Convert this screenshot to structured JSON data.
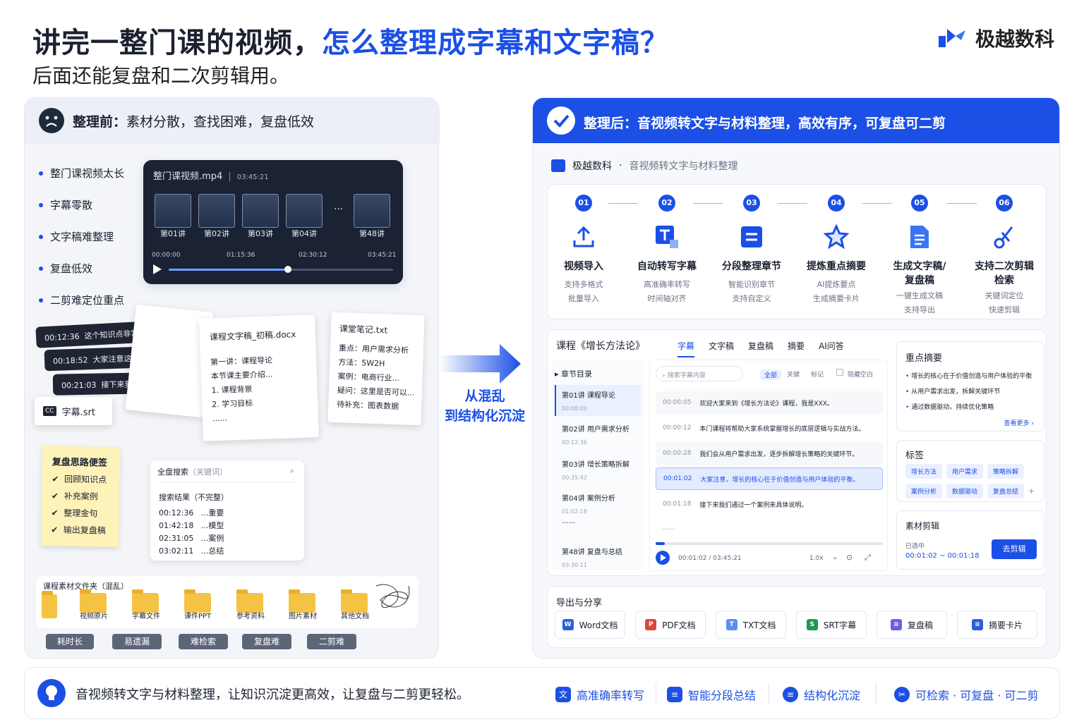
{
  "title": {
    "black": "讲完一整门课的视频，",
    "blue": "怎么整理成字幕和文字稿？",
    "sub": "后面还能复盘和二次剪辑用。"
  },
  "brand": {
    "name": "极越数科"
  },
  "before": {
    "head_bold": "整理前：",
    "head_rest": "素材分散，查找困难，复盘低效",
    "bullets": [
      "整门课视频太长",
      "字幕零散",
      "文字稿难整理",
      "复盘低效",
      "二剪难定位重点"
    ],
    "video": {
      "file": "整门课视频.mp4",
      "duration": "03:45:21",
      "thumbs": [
        "第01讲",
        "第02讲",
        "第03讲",
        "第04讲",
        "第48讲"
      ],
      "ticks": [
        "00:00:00",
        "01:15:36",
        "02:30:12",
        "03:45:21"
      ],
      "progress": 0.53
    },
    "subtitles": [
      {
        "t": "00:12:36",
        "x": "这个知识点非常重要..."
      },
      {
        "t": "00:18:52",
        "x": "大家注意这里的逻辑..."
      },
      {
        "t": "00:21:03",
        "x": "接下来我们看案例..."
      }
    ],
    "srt": "字幕.srt",
    "docx": {
      "title": "课程文字稿_初稿.docx",
      "l1": "第一讲：课程导论",
      "l2": "本节课主要介绍...",
      "l3": "1.  课程背景",
      "l4": "2.  学习目标",
      "l5": "......"
    },
    "txt": {
      "title": "课堂笔记.txt",
      "lines": [
        "重点：用户需求分析",
        "方法：5W2H",
        "案例：电商行业...",
        "疑问：这里是否可以...",
        "待补充：图表数据"
      ]
    },
    "note": {
      "title": "复盘思路便签",
      "items": [
        "回顾知识点",
        "补充案例",
        "整理金句",
        "输出复盘稿"
      ]
    },
    "search": {
      "label": "全盘搜索",
      "hint": "（关键词）",
      "res_title": "搜索结果（不完整）",
      "rows": [
        {
          "t": "00:12:36",
          "x": "...重要"
        },
        {
          "t": "01:42:18",
          "x": "...模型"
        },
        {
          "t": "02:31:05",
          "x": "...案例"
        },
        {
          "t": "03:02:11",
          "x": "...总结"
        }
      ]
    },
    "folder": {
      "title": "课程素材文件夹（混乱）",
      "items": [
        "视频原片",
        "字幕文件",
        "课件PPT",
        "参考资料",
        "图片素材",
        "其他文档"
      ]
    },
    "tags": [
      "耗时长",
      "易遗漏",
      "难检索",
      "复盘难",
      "二剪难"
    ]
  },
  "arrow": {
    "l1": "从混乱",
    "l2": "到结构化沉淀"
  },
  "after": {
    "head": "整理后：音视频转文字与材料整理，高效有序，可复盘可二剪",
    "app": "极越数科",
    "app_sub": "音视频转文字与材料整理",
    "steps": [
      {
        "n": "01",
        "t": "视频导入",
        "d1": "支持多格式",
        "d2": "批量导入",
        "icon": "upload-icon"
      },
      {
        "n": "02",
        "t": "自动转写字幕",
        "d1": "高准确率转写",
        "d2": "时间轴对齐",
        "icon": "text-convert-icon"
      },
      {
        "n": "03",
        "t": "分段整理章节",
        "d1": "智能识别章节",
        "d2": "支持自定义",
        "icon": "segment-icon"
      },
      {
        "n": "04",
        "t": "提炼重点摘要",
        "d1": "AI提炼要点",
        "d2": "生成摘要卡片",
        "icon": "star-icon"
      },
      {
        "n": "05",
        "t": "生成文字稿/",
        "t2": "复盘稿",
        "d1": "一键生成文稿",
        "d2": "支持导出",
        "icon": "document-icon"
      },
      {
        "n": "06",
        "t": "支持二次剪辑",
        "t2": "检索",
        "d1": "关键词定位",
        "d2": "快速剪辑",
        "icon": "scissors-icon"
      }
    ],
    "course": "课程《增长方法论》",
    "tabs": [
      "字幕",
      "文字稿",
      "复盘稿",
      "摘要",
      "AI问答"
    ],
    "toc": "章节目录",
    "chapters": [
      {
        "t": "第01讲  课程导论",
        "tm": "00:00:00"
      },
      {
        "t": "第02讲  用户需求分析",
        "tm": "00:12:36"
      },
      {
        "t": "第03讲  增长策略拆解",
        "tm": "00:35:42"
      },
      {
        "t": "第04讲  案例分析",
        "tm": "01:02:18"
      },
      {
        "t": "......",
        "tm": ""
      },
      {
        "t": "第48讲  复盘与总结",
        "tm": "03:30:11"
      }
    ],
    "search_ph": "搜索字幕内容",
    "filters": [
      "全部",
      "关键",
      "标记"
    ],
    "hide_blank": "隐藏空白",
    "transcript": [
      {
        "t": "00:00:05",
        "x": "欢迎大家来到《增长方法论》课程，我是XXX。"
      },
      {
        "t": "00:00:12",
        "x": "本门课程将帮助大家系统掌握增长的底层逻辑与实战方法。"
      },
      {
        "t": "00:00:28",
        "x": "我们会从用户需求出发，逐步拆解增长策略的关键环节。"
      },
      {
        "t": "00:01:02",
        "x": "大家注意，增长的核心在于价值创造与用户体验的平衡。"
      },
      {
        "t": "00:01:18",
        "x": "接下来我们通过一个案例来具体说明。"
      },
      {
        "t": "......",
        "x": ""
      }
    ],
    "player": {
      "time": "00:01:02  /  03:45:21",
      "speed": "1.0x"
    },
    "summary": {
      "title": "重点摘要",
      "items": [
        "增长的核心在于价值创造与用户体验的平衡",
        "从用户需求出发，拆解关键环节",
        "通过数据驱动，持续优化策略"
      ],
      "more": "查看更多 ›"
    },
    "tags": {
      "title": "标签",
      "items": [
        "增长方法",
        "用户需求",
        "策略拆解",
        "案例分析",
        "数据驱动",
        "复盘总结"
      ],
      "add": "+"
    },
    "clip": {
      "title": "素材剪辑",
      "sel": "已选中",
      "range": "00:01:02 ~ 00:01:18",
      "btn": "去剪辑"
    },
    "export": {
      "title": "导出与分享",
      "items": [
        {
          "l": "Word文档",
          "c": "#2b5fd9",
          "g": "W"
        },
        {
          "l": "PDF文档",
          "c": "#e0453a",
          "g": "P"
        },
        {
          "l": "TXT文档",
          "c": "#5a8ef0",
          "g": "T"
        },
        {
          "l": "SRT字幕",
          "c": "#1e9a55",
          "g": "S"
        },
        {
          "l": "复盘稿",
          "c": "#6a5ee8",
          "g": "≡"
        },
        {
          "l": "摘要卡片",
          "c": "#2b5fd9",
          "g": "≡"
        }
      ]
    }
  },
  "footer": {
    "text": "音视频转文字与材料整理，让知识沉淀更高效，让复盘与二剪更轻松。",
    "features": [
      "高准确率转写",
      "智能分段总结",
      "结构化沉淀",
      "可检索 · 可复盘 · 可二剪"
    ]
  }
}
